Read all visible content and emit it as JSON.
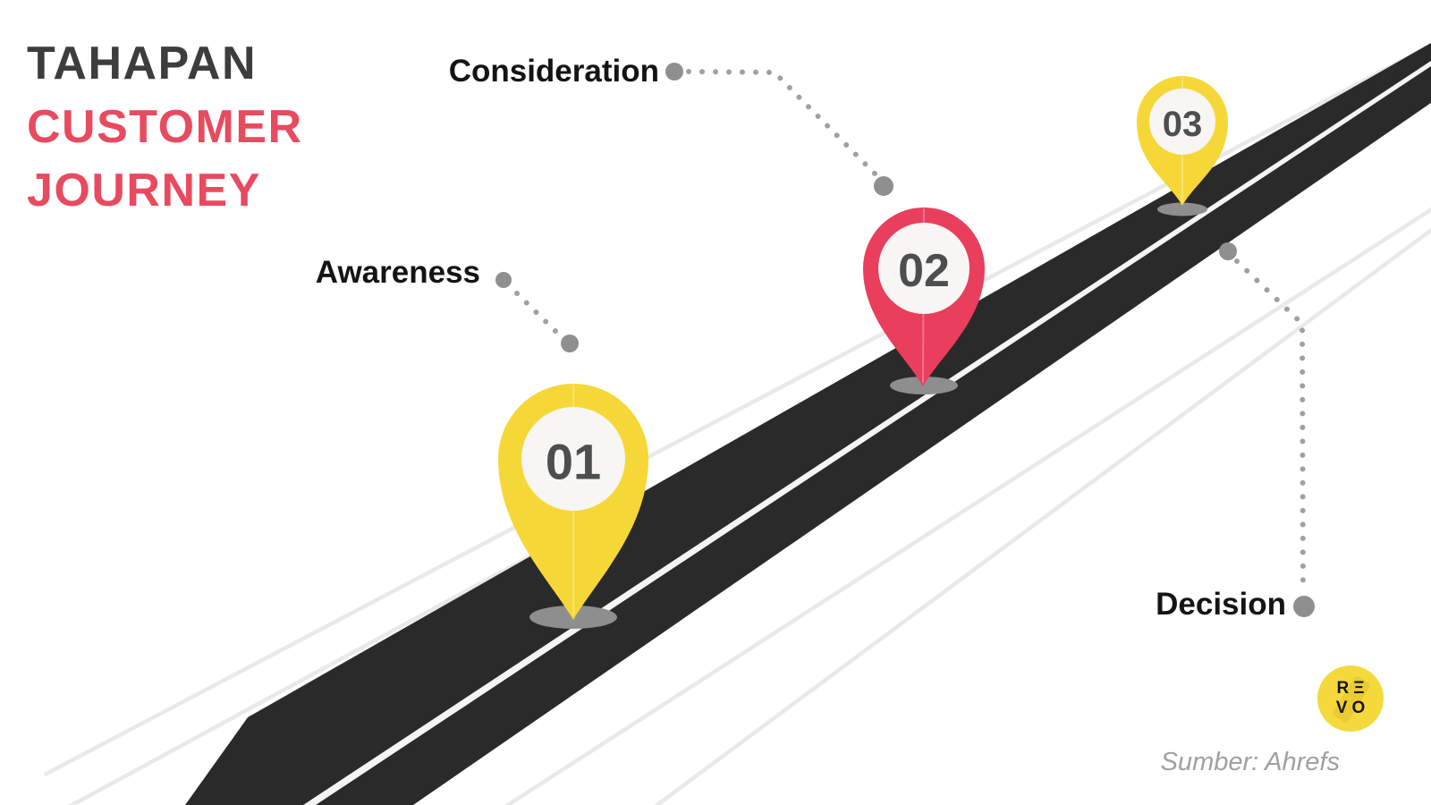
{
  "title": {
    "line1": "TAHAPAN",
    "line2": "CUSTOMER",
    "line3": "JOURNEY"
  },
  "stages": [
    {
      "number": "01",
      "label": "Awareness",
      "pin_color": "#f5d838"
    },
    {
      "number": "02",
      "label": "Consideration",
      "pin_color": "#e93e5c"
    },
    {
      "number": "03",
      "label": "Decision",
      "pin_color": "#f5d838"
    }
  ],
  "logo": {
    "top": "RΞ",
    "bottom": "VO"
  },
  "source_note": "Sumber: Ahrefs",
  "colors": {
    "title_primary": "#3d3d3d",
    "title_accent": "#e84a5f",
    "road": "#2b2a2a",
    "road_center_line": "#f4f4f4",
    "pin_yellow": "#f5d838",
    "pin_pink": "#e93e5c",
    "pin_number_text": "#4e4e4e",
    "pin_inner": "#f7f6f4",
    "connector_dots": "#a0a0a0",
    "connector_endpoints": "#8f8f8f",
    "shadow": "#8e8e8e",
    "background_lines": "#e9e9e9"
  }
}
